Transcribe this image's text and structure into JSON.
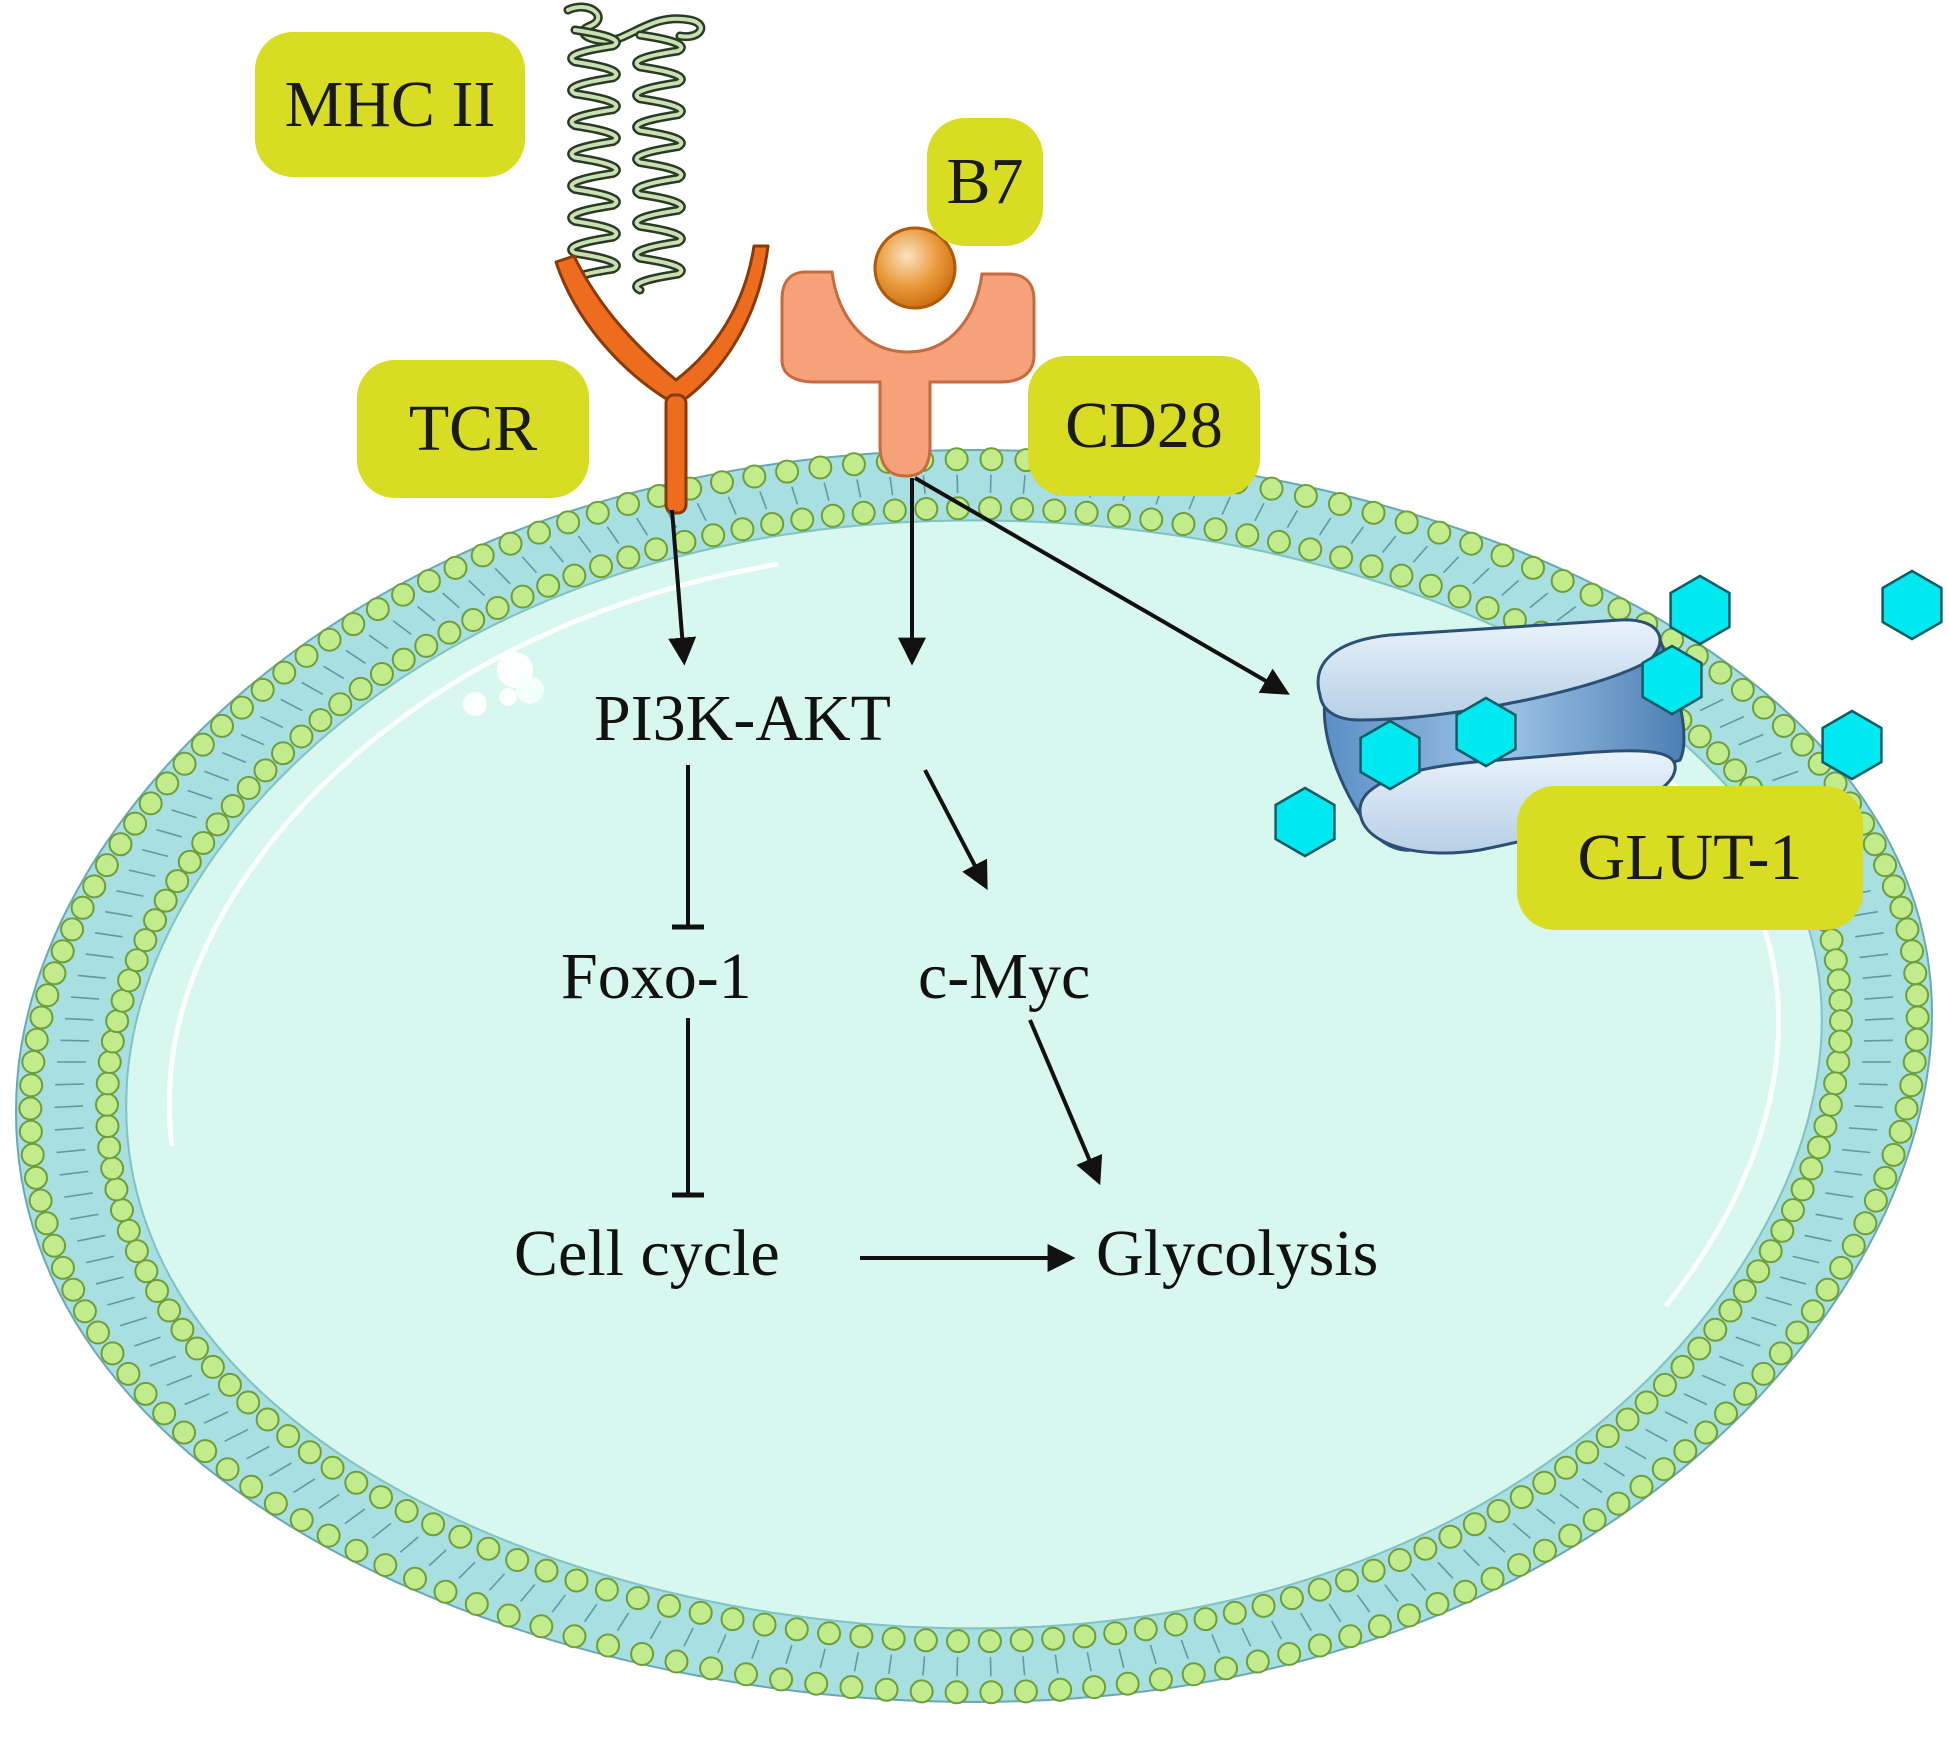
{
  "colors": {
    "label_bg": "#d8dc22",
    "cytoplasm": "#d8f7ee",
    "membrane_band": "#a8dfe0",
    "lipid_head": "#c2ec8c",
    "lipid_outline": "#6e9e3a",
    "tcr": "#ee6c1e",
    "cd28": "#f5a27a",
    "b7": "#e07b14",
    "glut": "#cfe3f2",
    "glucose": "#00e9f0",
    "arrow": "#111111"
  },
  "labels": {
    "mhc": "MHC II",
    "b7": "B7",
    "tcr": "TCR",
    "cd28": "CD28",
    "glut1": "GLUT-1"
  },
  "nodes": {
    "pi3k_akt": "PI3K-AKT",
    "foxo1": "Foxo-1",
    "cmyc": "c-Myc",
    "cell_cycle": "Cell cycle",
    "glycolysis": "Glycolysis"
  },
  "icons": [
    "mhc-ii-molecule-icon",
    "tcr-receptor-icon",
    "cd28-receptor-icon",
    "b7-ligand-icon",
    "glut1-transporter-icon",
    "glucose-molecule-icon",
    "cell-membrane-icon"
  ]
}
